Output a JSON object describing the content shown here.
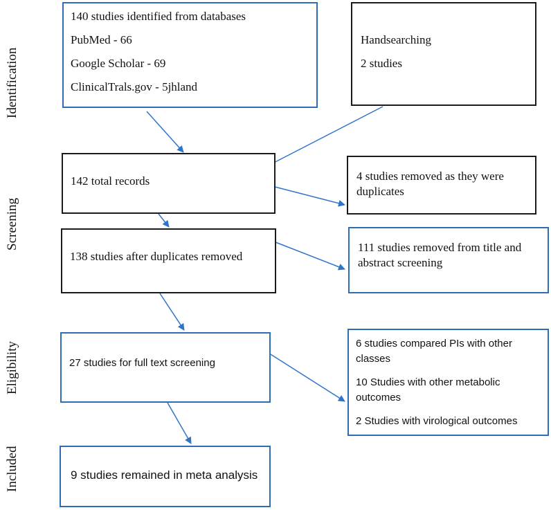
{
  "stages": [
    "Identification",
    "Screening",
    "Eligibility",
    "Included"
  ],
  "boxes": {
    "databases": {
      "lines": [
        "140 studies identified from databases",
        "PubMed - 66",
        "Google Scholar - 69",
        "ClinicalTrals.gov - 5jhland"
      ]
    },
    "handsearching": {
      "lines": [
        "Handsearching",
        "2 studies"
      ]
    },
    "total_records": {
      "lines": [
        "142 total records"
      ]
    },
    "duplicates_removed": {
      "lines": [
        "4 studies removed as they were",
        "duplicates"
      ]
    },
    "after_duplicates": {
      "lines": [
        "138 studies after duplicates removed"
      ]
    },
    "title_abstract_removed": {
      "lines": [
        "111 studies removed from title and",
        "abstract screening"
      ]
    },
    "full_text": {
      "lines": [
        "27 studies for full text screening"
      ]
    },
    "exclusions": {
      "lines": [
        "6 studies compared PIs with other",
        "classes",
        "10 Studies with other metabolic",
        "outcomes",
        "2 Studies with virological outcomes"
      ]
    },
    "included": {
      "lines": [
        "9 studies remained in meta  analysis"
      ]
    }
  },
  "colors": {
    "blue_border": "#2e6db5",
    "black_border": "#1a1a1a",
    "arrow": "#2e75c9"
  }
}
